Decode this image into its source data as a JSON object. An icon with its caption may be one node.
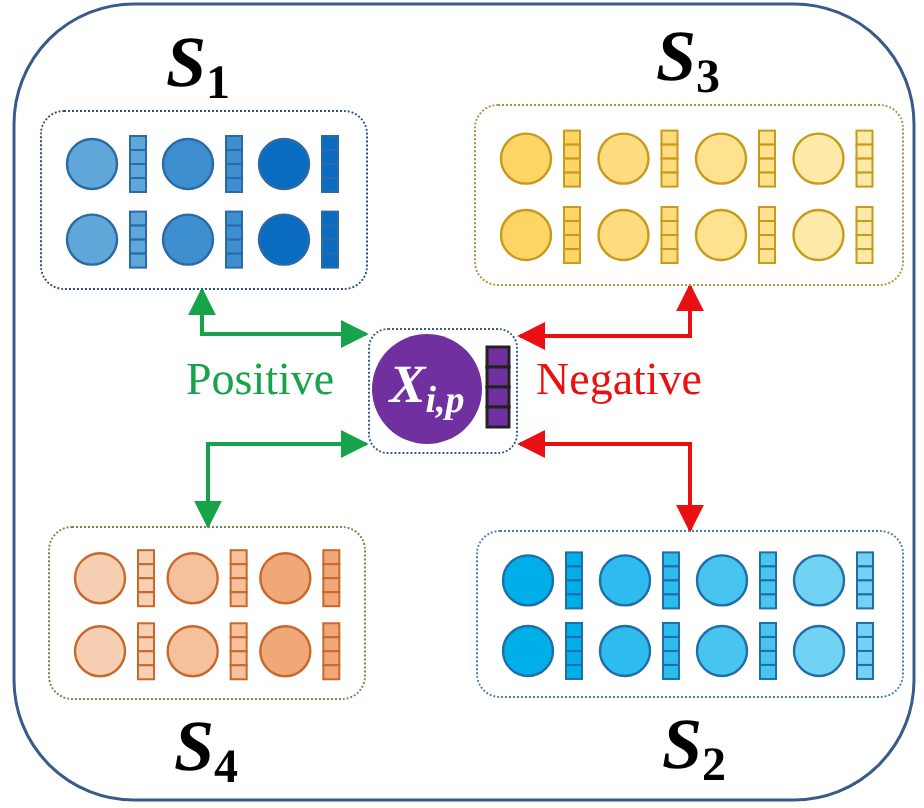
{
  "diagram": {
    "nodes": [
      {
        "text": [],
        "shape": "box"
      },
      {
        "text": [
          "S$_{1}$"
        ],
        "in": 0
      },
      {
        "text": [
          "S$_{3}$"
        ],
        "in": 0
      },
      {
        "text": [
          "X$_{i,p}$"
        ],
        "in": 0
      },
      {
        "text": [
          "S$_{4}$"
        ],
        "in": 0
      },
      {
        "text": [
          "S$_{2}$"
        ],
        "in": 0
      }
    ],
    "edges": [
      {
        "from": 1,
        "to": 3,
        "arrow": "both",
        "color": "#16a34a"
      },
      {
        "from": 2,
        "to": 3,
        "arrow": "both",
        "color": "#e81010"
      },
      {
        "from": 4,
        "to": 3,
        "arrow": "both",
        "color": "#16a34a"
      },
      {
        "from": 5,
        "to": 3,
        "arrow": "both",
        "color": "#e81010"
      }
    ],
    "labels": [
      "Positive",
      "Negative"
    ]
  }
}
